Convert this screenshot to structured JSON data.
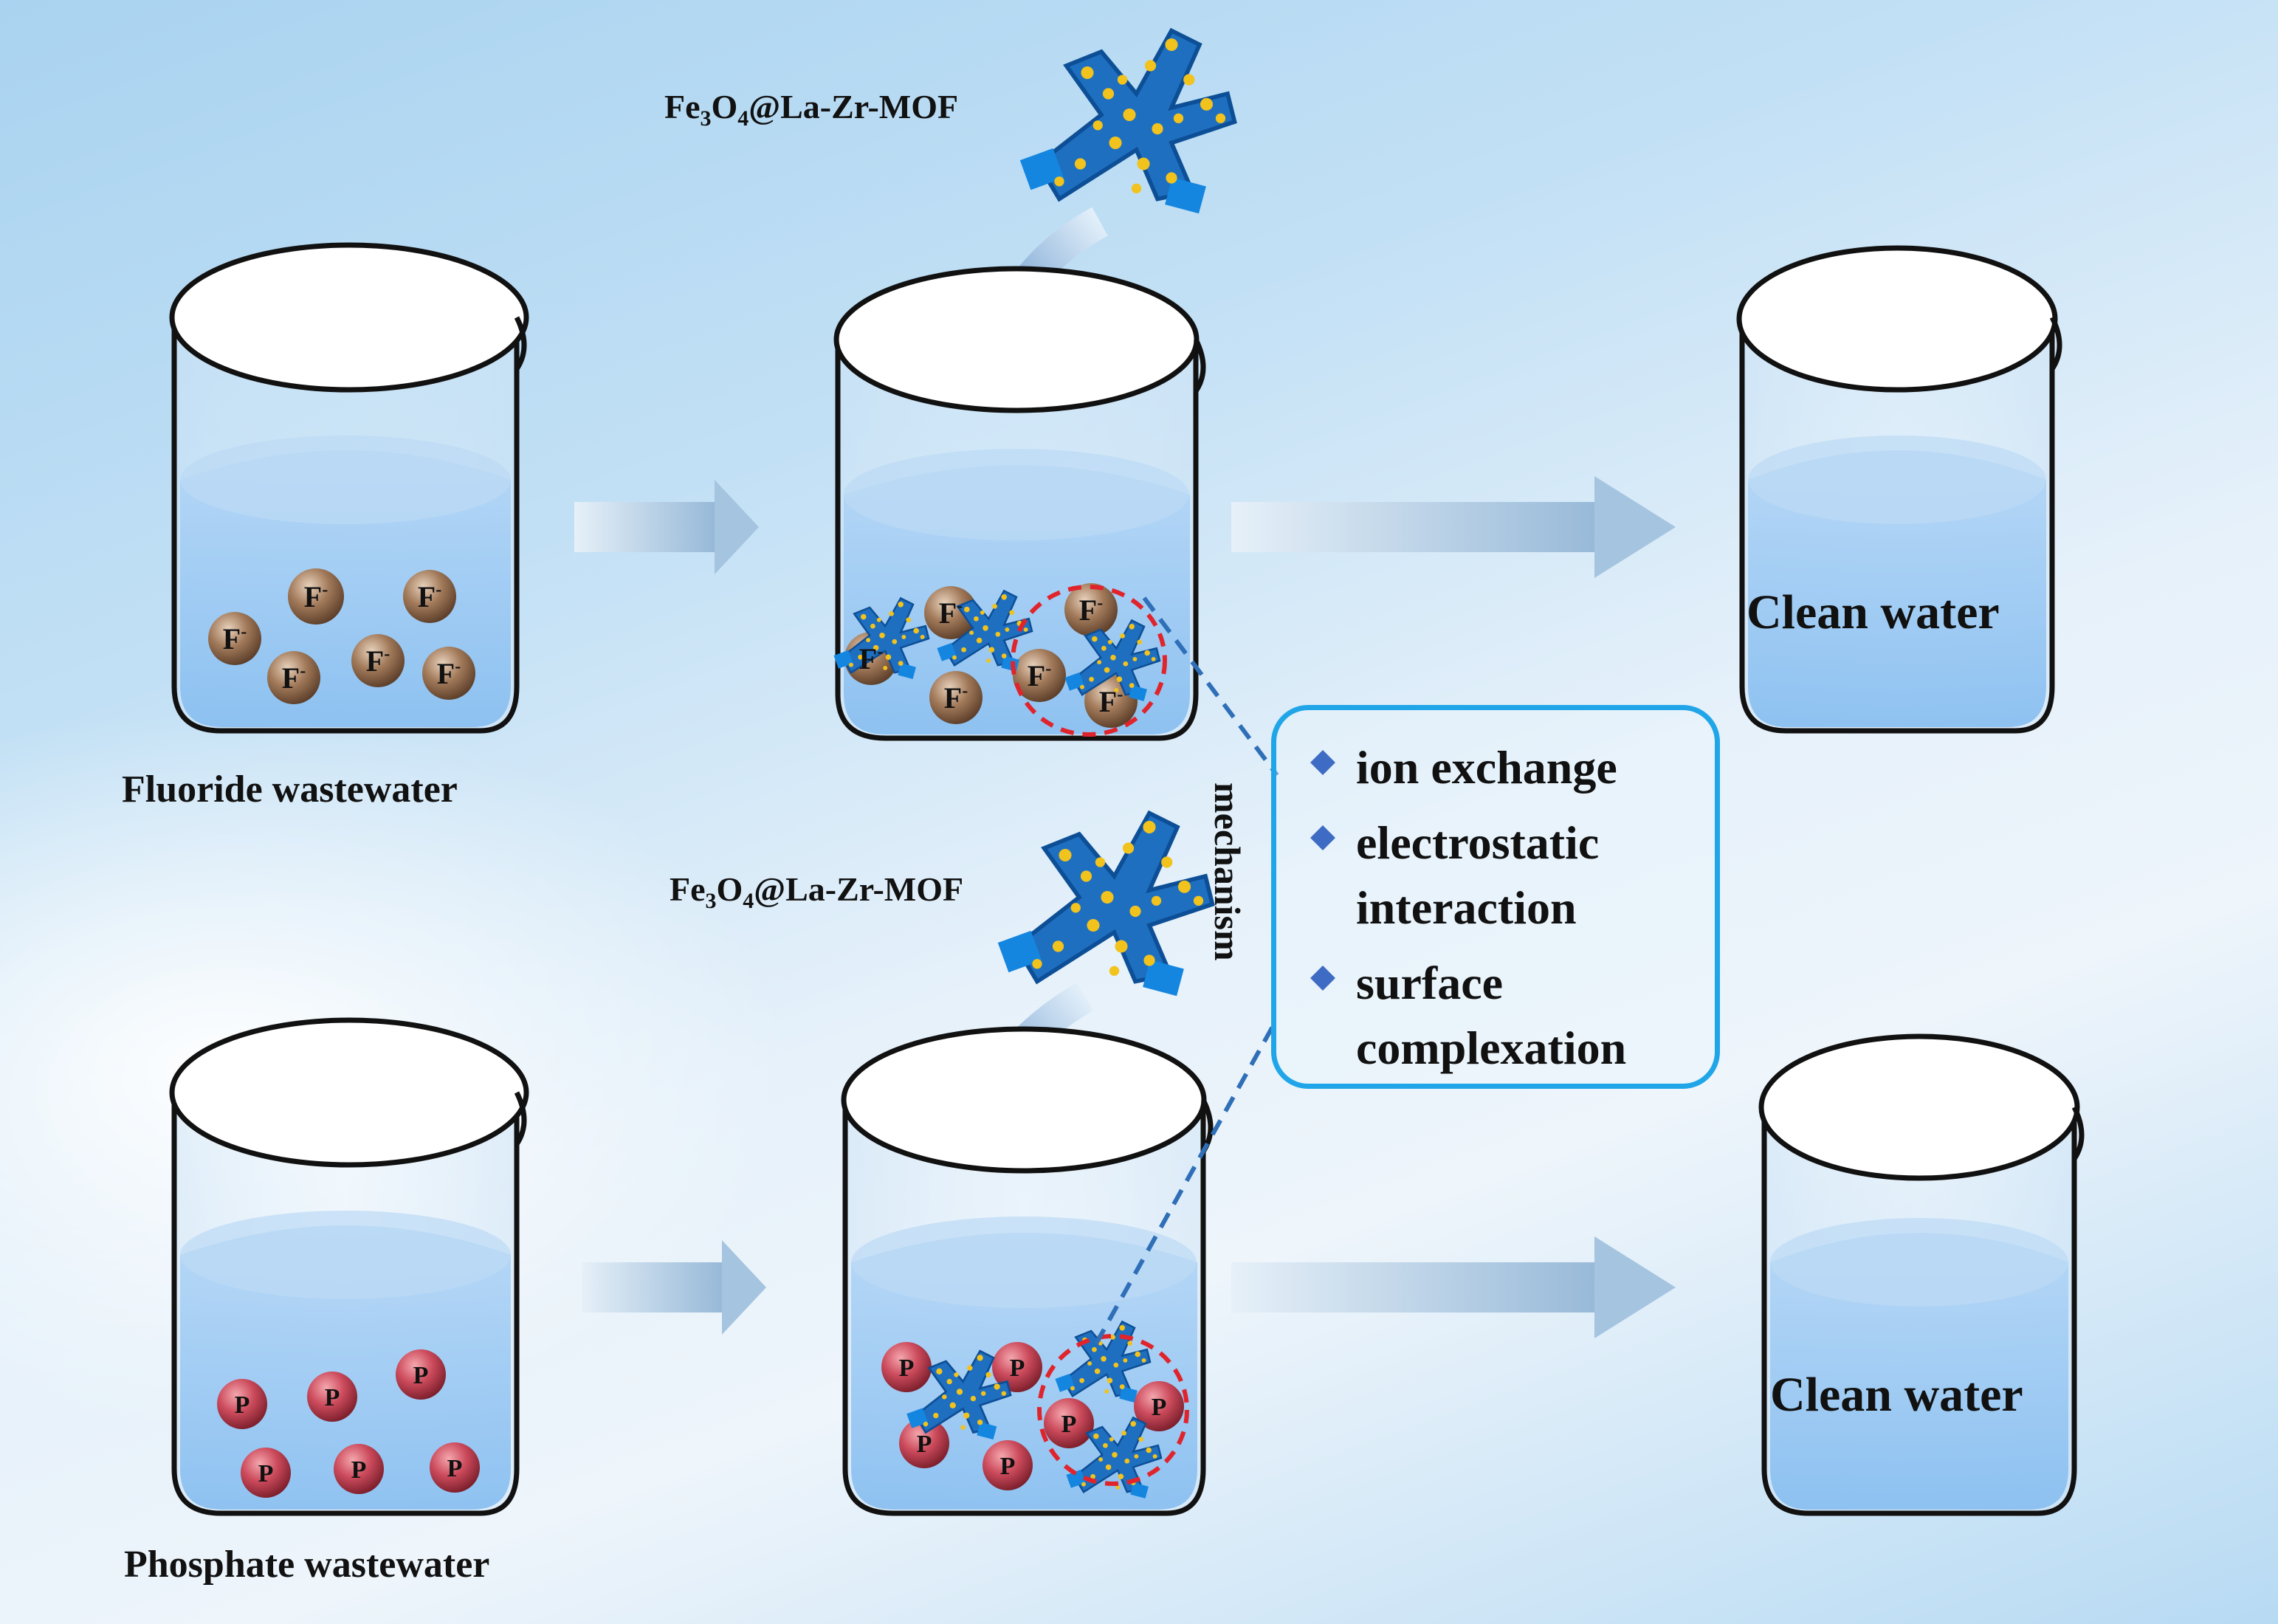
{
  "beakers": [
    {
      "id": "fluoride-wastewater",
      "ions": "F"
    },
    {
      "id": "fluoride-treatment",
      "ions": "F"
    },
    {
      "id": "fluoride-clean"
    },
    {
      "id": "phosphate-wastewater",
      "ions": "P"
    },
    {
      "id": "phosphate-treatment",
      "ions": "P"
    },
    {
      "id": "phosphate-clean"
    }
  ],
  "labels": {
    "fluoride_wastewater": "Fluoride wastewater",
    "phosphate_wastewater": "Phosphate wastewater",
    "adsorbent_top": {
      "main": "Fe",
      "sub1": "3",
      "mid": "O",
      "sub2": "4",
      "rest": "@La-Zr-MOF"
    },
    "adsorbent_bottom": {
      "main": "Fe",
      "sub1": "3",
      "mid": "O",
      "sub2": "4",
      "rest": "@La-Zr-MOF"
    },
    "clean_water_top": "Clean water",
    "clean_water_bottom": "Clean water",
    "mechanism": "mechanism"
  },
  "ion_labels": {
    "fluoride": "F",
    "fluoride_charge": "-",
    "phosphate": "P"
  },
  "mechanism_box": {
    "items": [
      "ion exchange",
      "electrostatic interaction",
      "surface complexation"
    ],
    "lines": [
      [
        "ion exchange"
      ],
      [
        "electrostatic",
        "interaction"
      ],
      [
        "surface",
        "complexation"
      ]
    ]
  },
  "colors": {
    "water": "#9fcaf3",
    "fluoride_ion": "#a0785a",
    "phosphate_ion": "#c8495a",
    "mof_body": "#1f6fc0",
    "mof_particles": "#f2c21d",
    "box_border": "#20a6e8",
    "highlight_circle": "#e0242c",
    "mechanism_line": "#2f6fb8"
  }
}
